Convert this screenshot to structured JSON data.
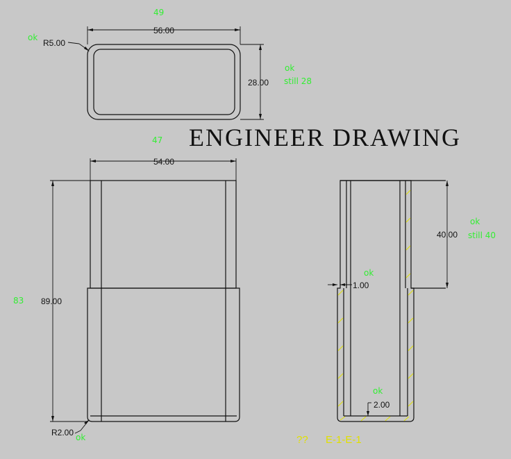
{
  "title": "ENGINEER DRAWING",
  "colors": {
    "background": "#c8c8c8",
    "line": "#111111",
    "note": "#33ee33",
    "hatch": "#e0e000"
  },
  "top_view": {
    "width_dim": "56.00",
    "height_dim": "28.00",
    "radius_dim": "R5.00",
    "note_width": "49",
    "note_radius": "ok",
    "note_height_1": "ok",
    "note_height_2": "still 28"
  },
  "front_view": {
    "width_dim": "54.00",
    "height_dim": "89.00",
    "radius_dim": "R2.00",
    "note_width": "47",
    "note_height": "83",
    "note_radius": "ok"
  },
  "section_view": {
    "depth_dim": "40.00",
    "wall_dim": "1.00",
    "bottom_dim": "2.00",
    "note_depth_1": "ok",
    "note_depth_2": "still 40",
    "note_wall": "ok",
    "note_bottom": "ok",
    "label_q": "??",
    "label_section": "E-1-E-1"
  }
}
